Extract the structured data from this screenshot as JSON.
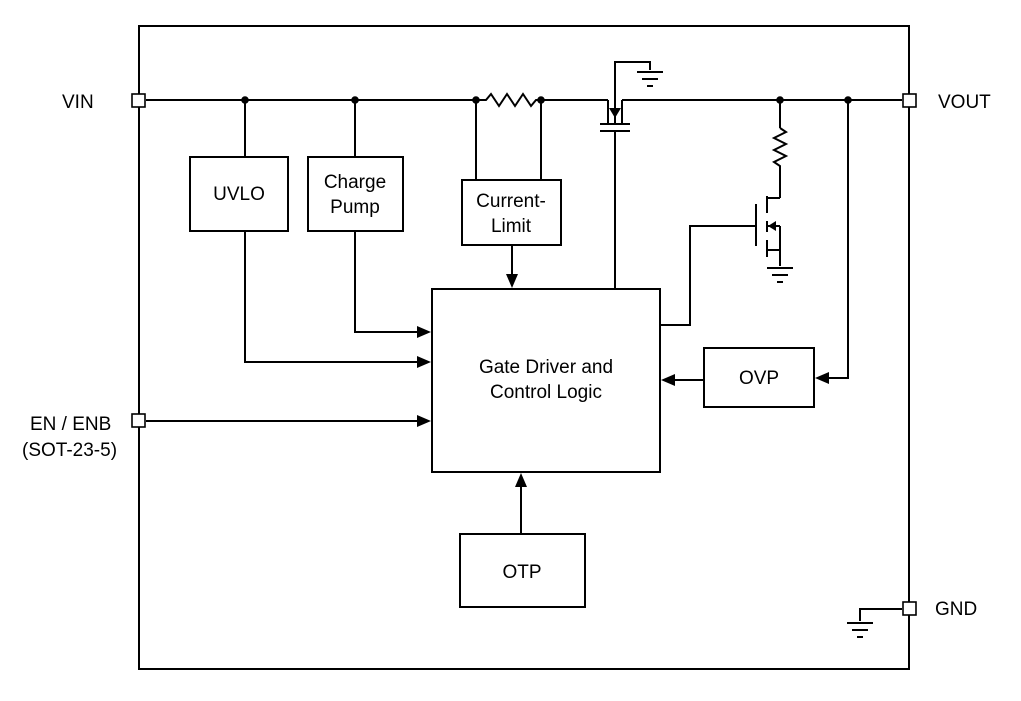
{
  "pins": {
    "vin": "VIN",
    "vout": "VOUT",
    "en_line1": "EN / ENB",
    "en_line2": "(SOT-23-5)",
    "gnd": "GND"
  },
  "blocks": {
    "uvlo": "UVLO",
    "charge_pump_line1": "Charge",
    "charge_pump_line2": "Pump",
    "current_limit_line1": "Current-",
    "current_limit_line2": "Limit",
    "gate_driver_line1": "Gate Driver and",
    "gate_driver_line2": "Control Logic",
    "ovp": "OVP",
    "otp": "OTP"
  }
}
